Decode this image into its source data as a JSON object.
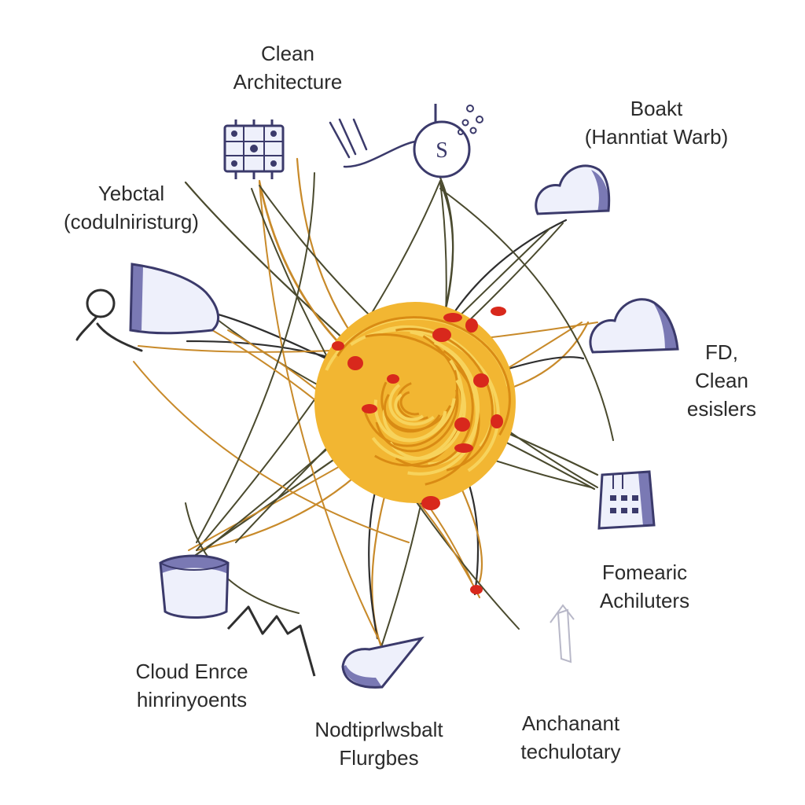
{
  "colors": {
    "ink": "#2f2f2f",
    "olive": "#4a4a2e",
    "amber": "#c88a2a",
    "icon_stroke": "#3b3a6b",
    "icon_fill": "#eef0fb",
    "icon_shade": "#7a79b4",
    "pasta": "#f2b632",
    "pasta_dark": "#d98b14",
    "sauce": "#d8281c"
  },
  "center": {
    "icon": "spaghetti-ball-icon"
  },
  "nodes": [
    {
      "id": "clean-architecture",
      "icon": "circuit-board-icon",
      "label_lines": [
        "Clean",
        "Architecture"
      ]
    },
    {
      "id": "s-node",
      "icon": "s-circle-icon",
      "label_lines": []
    },
    {
      "id": "boakt",
      "icon": "cloud-icon",
      "label_lines": [
        "Boakt",
        "(Hanntiat Warb)"
      ]
    },
    {
      "id": "fd-clean",
      "icon": "cloud-icon",
      "label_lines": [
        "FD,",
        "Clean",
        "esislers"
      ]
    },
    {
      "id": "fomearic",
      "icon": "server-grid-icon",
      "label_lines": [
        "Fomearic",
        "Achiluters"
      ]
    },
    {
      "id": "anchanant",
      "icon": "arrow-sketch-icon",
      "label_lines": [
        "Anchanant",
        "techulotary"
      ]
    },
    {
      "id": "nodtiprlwsbalt",
      "icon": "cone-icon",
      "label_lines": [
        "Nodtiprlwsbalt",
        "Flurgbes"
      ]
    },
    {
      "id": "cloud-enrce",
      "icon": "database-cup-icon",
      "label_lines": [
        "Cloud Enrce",
        "hinrinyoents"
      ]
    },
    {
      "id": "yebctal",
      "icon": "hand-bell-icon",
      "label_lines": [
        "Yebctal",
        "(codulniristurg)"
      ]
    }
  ]
}
